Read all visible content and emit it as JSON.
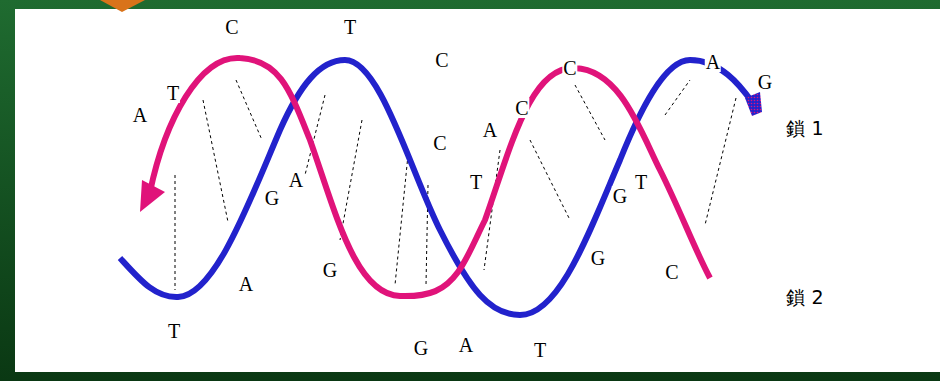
{
  "diagram": {
    "labels": [
      "C",
      "T",
      "A",
      "T",
      "C",
      "C",
      "G",
      "C",
      "A",
      "A",
      "C",
      "鎖 1",
      "A",
      "G",
      "T",
      "G",
      "T",
      "A",
      "G",
      "G",
      "C",
      "鎖 2",
      "T",
      "G",
      "A",
      "T"
    ]
  }
}
